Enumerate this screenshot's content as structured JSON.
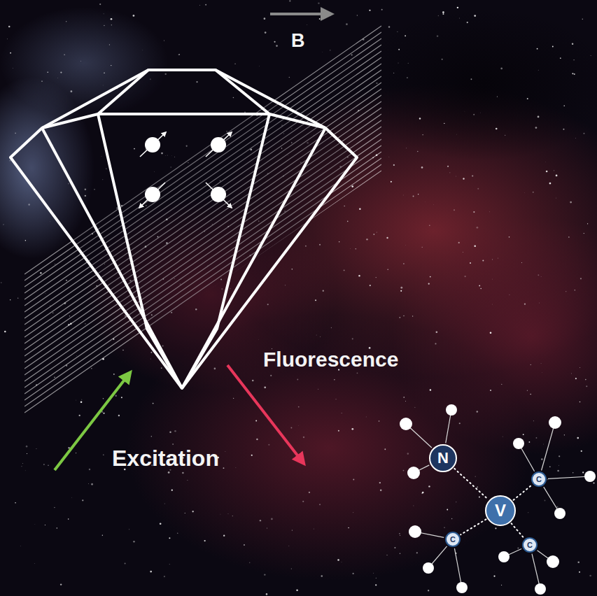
{
  "diagram": {
    "nodes": [
      {
        "text": [
          "N"
        ]
      },
      {
        "text": [
          "C"
        ]
      },
      {
        "text": [
          "V"
        ]
      },
      {
        "text": [
          "C"
        ]
      },
      {
        "text": [
          "C"
        ]
      }
    ],
    "edges": [
      {
        "from": 0,
        "to": 2,
        "arrow": "none"
      },
      {
        "from": 2,
        "to": 1,
        "arrow": "none"
      },
      {
        "from": 2,
        "to": 3,
        "arrow": "none"
      },
      {
        "from": 2,
        "to": 4,
        "arrow": "none"
      }
    ],
    "labels": [
      "B",
      "Fluorescence",
      "Excitation"
    ]
  }
}
